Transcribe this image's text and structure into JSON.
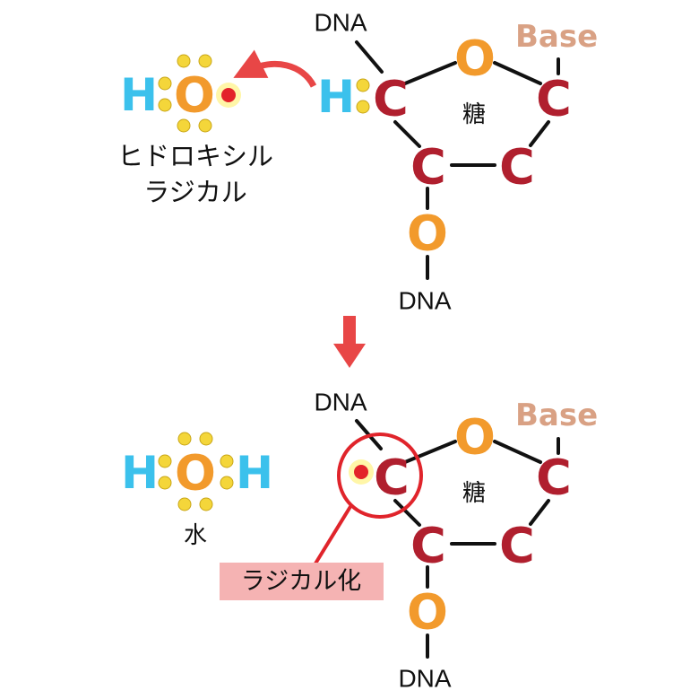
{
  "top_panel": {
    "hydroxyl": {
      "h": "H",
      "o": "O",
      "name_line1": "ヒドロキシル",
      "name_line2": "ラジカル"
    },
    "sugar": {
      "dna_top": "DNA",
      "dna_bottom": "DNA",
      "base": "Base",
      "h": "H",
      "c1": "C",
      "c2": "C",
      "c3": "C",
      "c4": "C",
      "ring_o": "O",
      "bottom_o": "O",
      "ring_label": "糖"
    }
  },
  "bottom_panel": {
    "water": {
      "h_left": "H",
      "o": "O",
      "h_right": "H",
      "name": "水"
    },
    "sugar": {
      "dna_top": "DNA",
      "dna_bottom": "DNA",
      "base": "Base",
      "c1": "C",
      "c2": "C",
      "c3": "C",
      "c4": "C",
      "ring_o": "O",
      "bottom_o": "O",
      "ring_label": "糖"
    },
    "callout": "ラジカル化"
  },
  "colors": {
    "carbon": "#b01f2e",
    "oxygen": "#f29a2c",
    "hydrogen": "#3bc1ec",
    "base_text": "#d9a184",
    "radical": "#e3232a",
    "arrow": "#e84646",
    "highlight_ring": "#e0242b",
    "callout_bg": "#f5b3b3",
    "electron": "#f4d63a"
  }
}
